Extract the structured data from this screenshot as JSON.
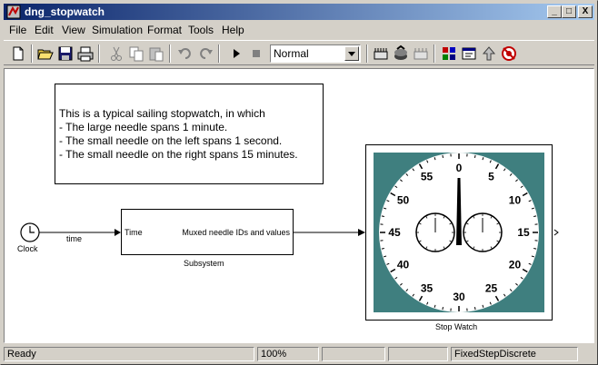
{
  "window": {
    "title": "dng_stopwatch",
    "minimize": "_",
    "maximize": "□",
    "close": "X"
  },
  "menu": [
    "File",
    "Edit",
    "View",
    "Simulation",
    "Format",
    "Tools",
    "Help"
  ],
  "toolbar": {
    "sim_mode": "Normal",
    "icons": [
      "new-model-icon",
      "open-icon",
      "save-icon",
      "print-icon",
      "cut-icon",
      "copy-icon",
      "paste-icon",
      "undo-icon",
      "redo-icon",
      "play-icon",
      "stop-icon",
      "build-icon",
      "update-diagram-icon",
      "library-browser-icon",
      "model-explorer-icon",
      "subsystem-icon",
      "go-to-parent-icon",
      "debug-icon"
    ]
  },
  "diagram": {
    "annotation": [
      "This is a typical sailing stopwatch, in which",
      "- The large needle spans 1 minute.",
      "- The small needle on the left spans 1 second.",
      "- The small needle on the right spans 15 minutes."
    ],
    "clock_label": "Clock",
    "signal_label": "time",
    "subsystem": {
      "input_port": "Time",
      "output_port": "Muxed needle IDs and values",
      "name": "Subsystem"
    },
    "stopwatch": {
      "name": "Stop Watch",
      "face_color": "#3f7f7f",
      "dial_numbers": [
        "0",
        "5",
        "10",
        "15",
        "20",
        "25",
        "30",
        "35",
        "40",
        "45",
        "50",
        "55"
      ]
    }
  },
  "status": {
    "left": "Ready",
    "zoom": "100%",
    "panel3": "",
    "panel4": "",
    "solver": "FixedStepDiscrete"
  }
}
